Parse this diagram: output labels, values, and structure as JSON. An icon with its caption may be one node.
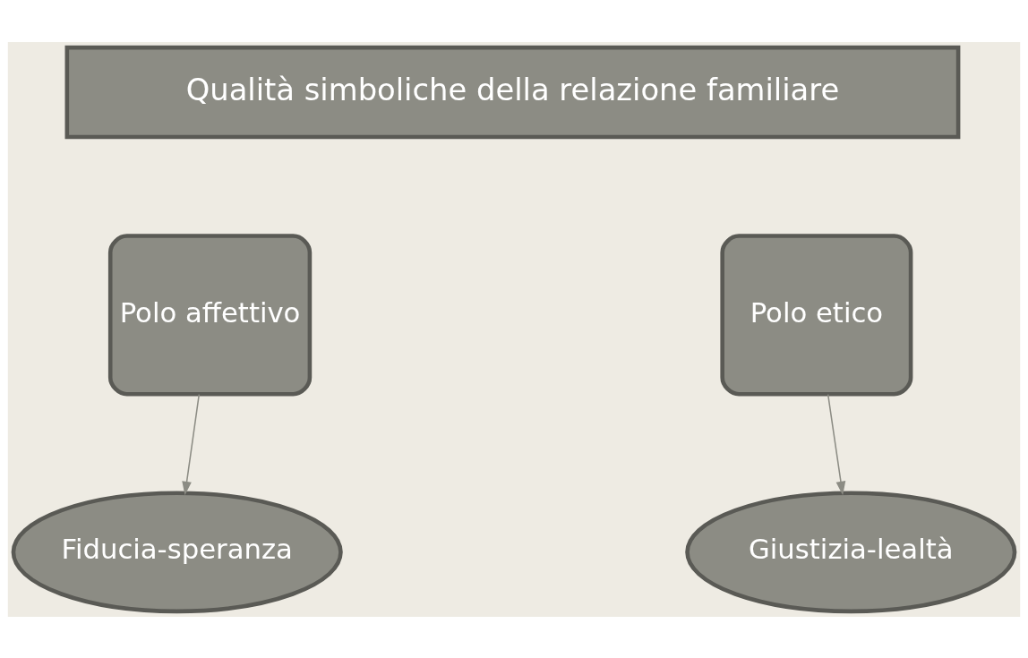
{
  "diagram": {
    "nodes": [
      {
        "text": [
          "Qualità simboliche della relazione familiare"
        ]
      },
      {
        "text": [
          "Polo affettivo"
        ]
      },
      {
        "text": [
          "Polo etico"
        ]
      },
      {
        "text": [
          "Fiducia-speranza"
        ]
      },
      {
        "text": [
          "Giustizia-lealtà"
        ]
      }
    ],
    "edges": [
      {
        "from": 1,
        "to": 3,
        "arrow": "to"
      },
      {
        "from": 2,
        "to": 4,
        "arrow": "to"
      }
    ]
  }
}
